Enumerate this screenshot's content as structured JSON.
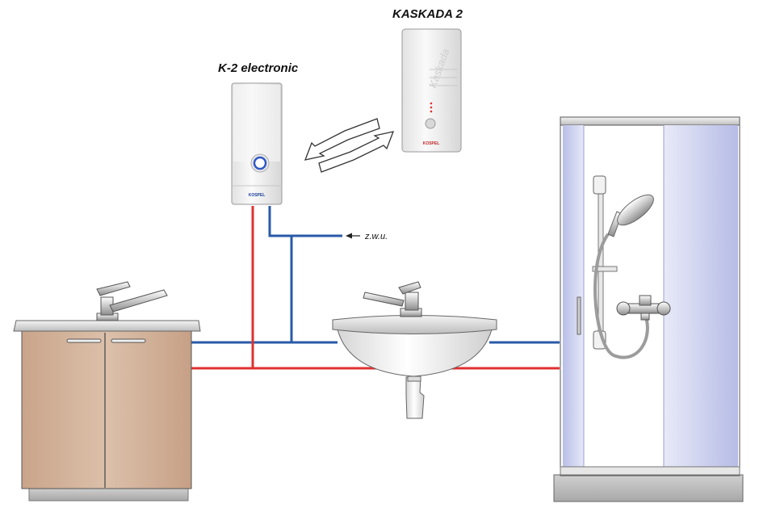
{
  "heaters": {
    "k2": {
      "title": "K-2 electronic",
      "logo": "KOSPEL"
    },
    "kaskada": {
      "title": "KASKADA 2",
      "script": "Kaskada",
      "logo": "KOSPEL"
    }
  },
  "pipes": {
    "cold_label": "z.w.u.",
    "cold_color": "#2a5aa8",
    "hot_color": "#e03030"
  },
  "fixtures": [
    "kitchen-sink-cabinet",
    "washbasin",
    "shower-cabin"
  ],
  "colors": {
    "cabinet": "#d2b29b",
    "shower_glass": "#d8d8f4",
    "porcelain": "#eeeeee"
  }
}
